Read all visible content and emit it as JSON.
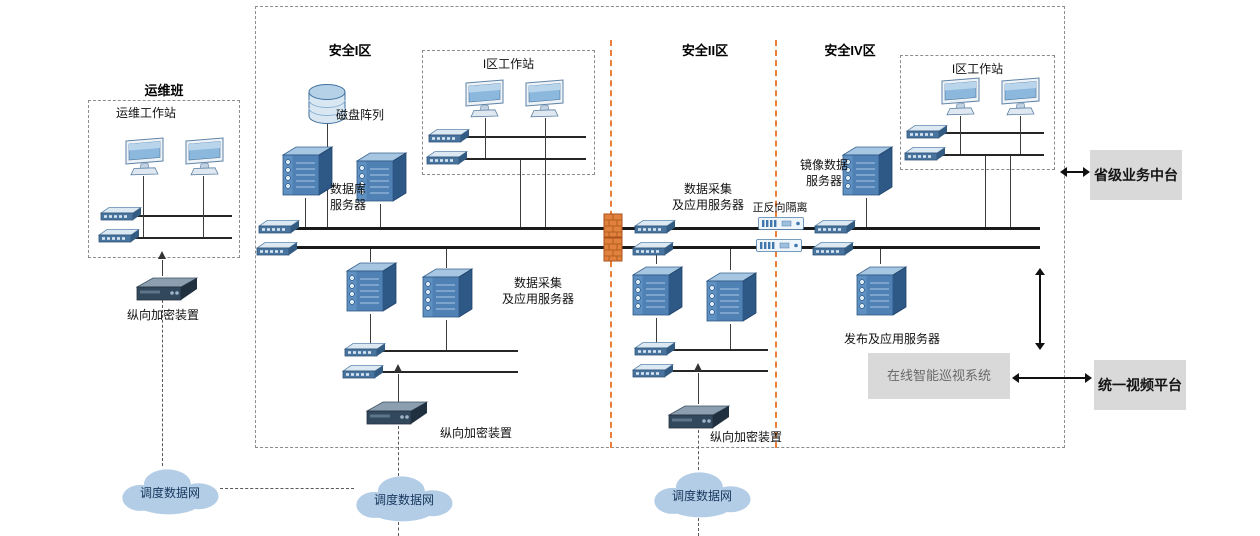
{
  "zones": {
    "ops": {
      "title": "运维班",
      "workstation_label": "运维工作站",
      "encryptor_label": "纵向加密装置"
    },
    "zone1": {
      "title": "安全I区",
      "disk_array": "磁盘阵列",
      "db_server": "数据库\n服务器",
      "workstation_box": "I区工作站",
      "app_server": "数据采集\n及应用服务器",
      "encryptor_label": "纵向加密装置"
    },
    "zone2": {
      "title": "安全II区",
      "app_server": "数据采集\n及应用服务器",
      "isolation_label": "正反向隔离",
      "encryptor_label": "纵向加密装置"
    },
    "zone4": {
      "title": "安全IV区",
      "mirror_server": "镜像数据\n服务器",
      "workstation_box": "I区工作站",
      "publish_server": "发布及应用服务器",
      "inspection_system": "在线智能巡视系统"
    }
  },
  "external": {
    "provincial_platform": "省级业务中台",
    "video_platform": "统一视频平台",
    "dispatch_network": "调度数据网"
  },
  "colors": {
    "separator_orange": "#E8803A",
    "panel_gray": "#D9D9D9",
    "device_blue": "#4F81B5",
    "cloud_blue": "#B3CDE6"
  }
}
